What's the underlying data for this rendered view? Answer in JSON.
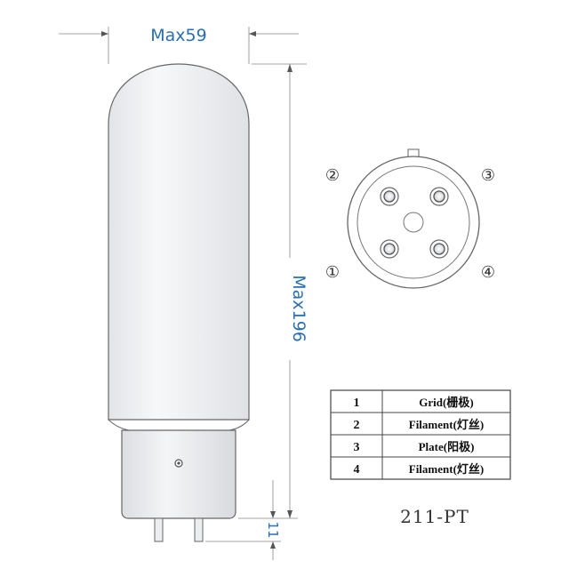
{
  "dimensions": {
    "width_label": "Max59",
    "height_label": "Max196",
    "pin_length_label": "11"
  },
  "pin_numbers": [
    "①",
    "②",
    "③",
    "④"
  ],
  "pin_table": [
    {
      "num": "1",
      "desc": "Grid(栅极)"
    },
    {
      "num": "2",
      "desc": "Filament(灯丝)"
    },
    {
      "num": "3",
      "desc": "Plate(阳极)"
    },
    {
      "num": "4",
      "desc": "Filament(灯丝)"
    }
  ],
  "model": "211-PT",
  "colors": {
    "dimension": "#2a6fb0",
    "outline": "#666666",
    "bulb_fill": "#f0f1f3",
    "base_fill": "#ebecee"
  }
}
